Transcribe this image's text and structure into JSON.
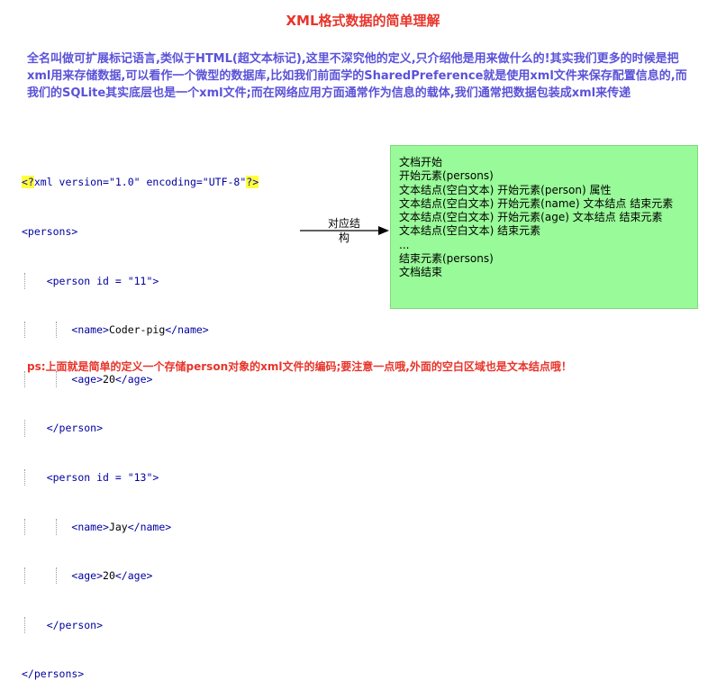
{
  "title": "XML格式数据的简单理解",
  "intro": "全名叫做可扩展标记语言,类似于HTML(超文本标记),这里不深究他的定义,只介绍他是用来做什么的!其实我们更多的时候是把xml用来存储数据,可以看作一个微型的数据库,比如我们前面学的SharedPreference就是使用xml文件来保存配置信息的,而我们的SQLite其实底层也是一个xml文件;而在网络应用方面通常作为信息的载体,我们通常把数据包装成xml来传递",
  "code": {
    "decl_open": "<?",
    "decl_body": "xml version=\"1.0\" encoding=\"UTF-8\"",
    "decl_close": "?>",
    "persons_open": "<persons>",
    "person1_open": "<person id = \"11\">",
    "name1": "Coder-pig",
    "age1": "20",
    "person_close": "</person>",
    "person2_open": "<person id = \"13\">",
    "name2": "Jay",
    "age2": "20",
    "persons_close": "</persons>",
    "name_open": "<name>",
    "name_close": "</name>",
    "age_open": "<age>",
    "age_close": "</age>"
  },
  "arrow_label": "对应结构",
  "structure_lines": [
    "文档开始",
    "开始元素(persons)",
    "文本结点(空白文本) 开始元素(person) 属性",
    "文本结点(空白文本) 开始元素(name) 文本结点 结束元素",
    "文本结点(空白文本) 开始元素(age) 文本结点 结束元素",
    "文本结点(空白文本) 结束元素",
    "...",
    "结束元素(persons)",
    "文档结束"
  ],
  "ps": "ps:上面就是简单的定义一个存储person对象的xml文件的编码;要注意一点哦,外面的空白区域也是文本结点哦！",
  "colors": {
    "title": "#e8342a",
    "intro": "#5b52d8",
    "box_bg": "#98fa98",
    "decl_highlight": "#ffff3a"
  }
}
